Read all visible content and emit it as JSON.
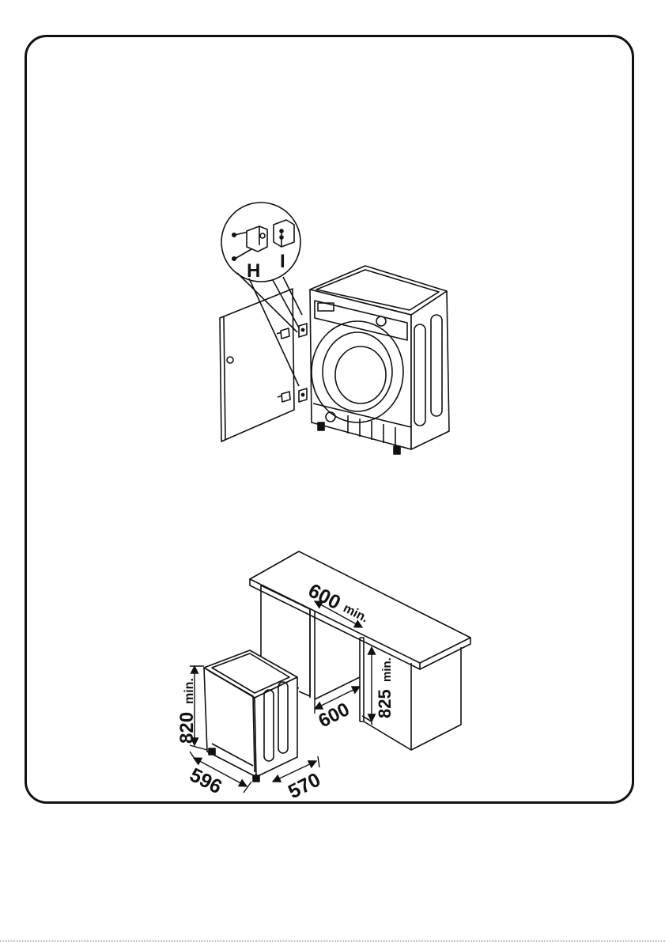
{
  "figure1": {
    "callout_label_h": "H",
    "callout_label_i": "I"
  },
  "figure2": {
    "dim_top_600_value": "600",
    "dim_top_600_unit": "min.",
    "dim_gap_600": "600",
    "dim_height_825_value": "825",
    "dim_height_825_unit": "min.",
    "dim_height_820_value": "820",
    "dim_height_820_unit": "min.",
    "dim_width_596": "596",
    "dim_depth_570": "570"
  },
  "colors": {
    "line": "#111111",
    "panel": "#ffffff"
  }
}
